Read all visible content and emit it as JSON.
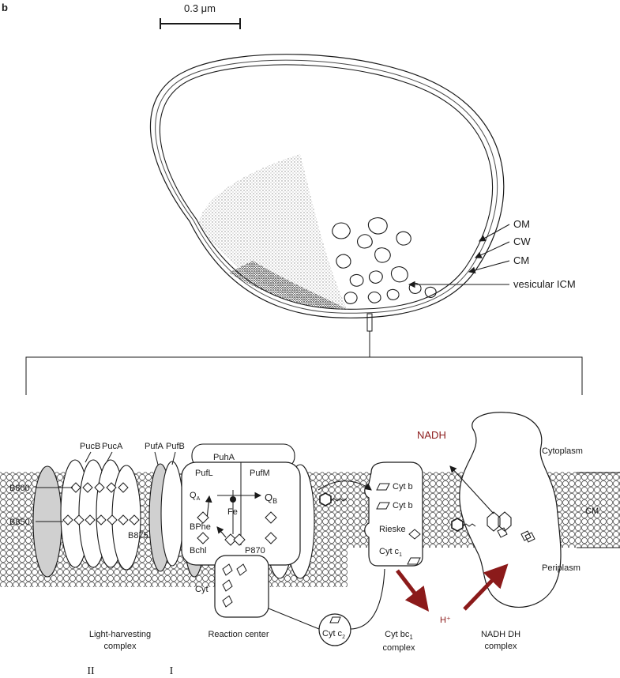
{
  "panel_label": "b",
  "scale_bar_label": "0.3 μm",
  "cell_labels": {
    "om": "OM",
    "cw": "CW",
    "cm": "CM",
    "icm": "vesicular ICM"
  },
  "proteins": {
    "pucb": "PucB",
    "puca": "PucA",
    "pufa": "PufA",
    "pufb": "PufB",
    "puha": "PuhA",
    "pufl": "PufL",
    "pufm": "PufM",
    "b800": "B800",
    "b850": "B850",
    "b875": "B875",
    "qa_main": "Q",
    "qa_sub": "A",
    "qb_main": "Q",
    "qb_sub": "B",
    "fe": "Fe",
    "bphe": "BPhe",
    "bchl": "Bchl",
    "p870": "P870",
    "cyt": "Cyt",
    "cyt_b1": "Cyt b",
    "cyt_b2": "Cyt b",
    "rieske": "Rieske",
    "cyt_c1_main": "Cyt c",
    "cyt_c1_sub": "1",
    "cyt_c2_main": "Cyt c",
    "cyt_c2_sub": "2"
  },
  "compartments": {
    "cytoplasm": "Cytoplasm",
    "periplasm": "Periplasm",
    "cm": "CM"
  },
  "molecules": {
    "nadh": "NADH",
    "h_plus": "H⁺"
  },
  "complexes": {
    "lh_1": "Light-harvesting",
    "lh_2": "complex",
    "rc": "Reaction center",
    "bc1_pre": "Cyt bc",
    "bc1_sub": "1",
    "bc1_2": "complex",
    "ndh_1": "NADH DH",
    "ndh_2": "complex"
  },
  "numerals": {
    "ii": "II",
    "i": "I"
  },
  "colors": {
    "ink": "#1a1a1a",
    "accent": "#8b1a1a",
    "stipple": "#7a7a7a"
  }
}
